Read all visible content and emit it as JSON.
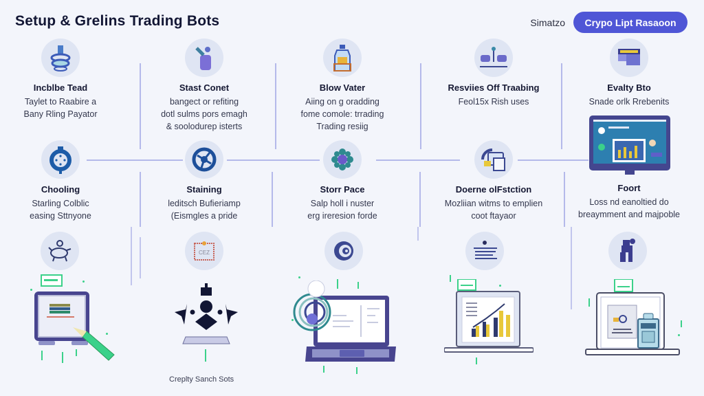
{
  "header": {
    "title": "Setup & Grelins Trading Bots",
    "link_label": "Simatzo",
    "button_label": "Crypo Lipt Rasaoon"
  },
  "colors": {
    "accent": "#4f56d6",
    "line": "#b4b9ea",
    "icon_bg": "#dfe5f3",
    "spark": "#3bd18a",
    "device": "#48458f"
  },
  "row1": [
    {
      "icon": "bot-stack-icon",
      "title": "Incblbe Tead",
      "desc": [
        "Taylet to Raabire a",
        "Bany Rling Payator"
      ]
    },
    {
      "icon": "hand-device-icon",
      "title": "Stast Conet",
      "desc": [
        "bangect or refiting",
        "dotl sulms pors emagh",
        "& soolodurep isterts"
      ]
    },
    {
      "icon": "bottle-monitor-icon",
      "title": "Blow Vater",
      "desc": [
        "Aiing on g oradding",
        "fome comole: trrading",
        "Trading resiig"
      ]
    },
    {
      "icon": "book-signal-icon",
      "title": "Resviies Off Traabing",
      "desc": [
        "Feol15x Rish uses"
      ]
    },
    {
      "icon": "card-icon",
      "title": "Evalty Bto",
      "desc": [
        "Snade orlk Rrebenits"
      ]
    }
  ],
  "row2": [
    {
      "icon": "gear-icon",
      "title": "Chooling",
      "desc": [
        "Starling Colblic",
        "easing Sttnyone"
      ]
    },
    {
      "icon": "steering-wheel-icon",
      "title": "Staining",
      "desc": [
        "leditsch Bufieriamp",
        "(Eismgles a pride"
      ]
    },
    {
      "icon": "flower-badge-icon",
      "title": "Storr Pace",
      "desc": [
        "Salp holl i nuster",
        "erg ireresion forde"
      ]
    },
    {
      "icon": "screens-icon",
      "title": "Doerne olFstction",
      "desc": [
        "Mozliian witms to emplien",
        "coot ftayaor"
      ]
    },
    {
      "icon": "monitor-dashboard-icon",
      "title": "Foort",
      "desc": [
        "Loss nd eanoltied do",
        "breaymment and majpoble"
      ]
    }
  ],
  "row3_icons": [
    "turtle-icon",
    "calendar-icon",
    "swirl-icon",
    "document-lines-icon",
    "robot-arm-icon"
  ],
  "bottom": {
    "caption": "Creplty Sanch Sots"
  }
}
